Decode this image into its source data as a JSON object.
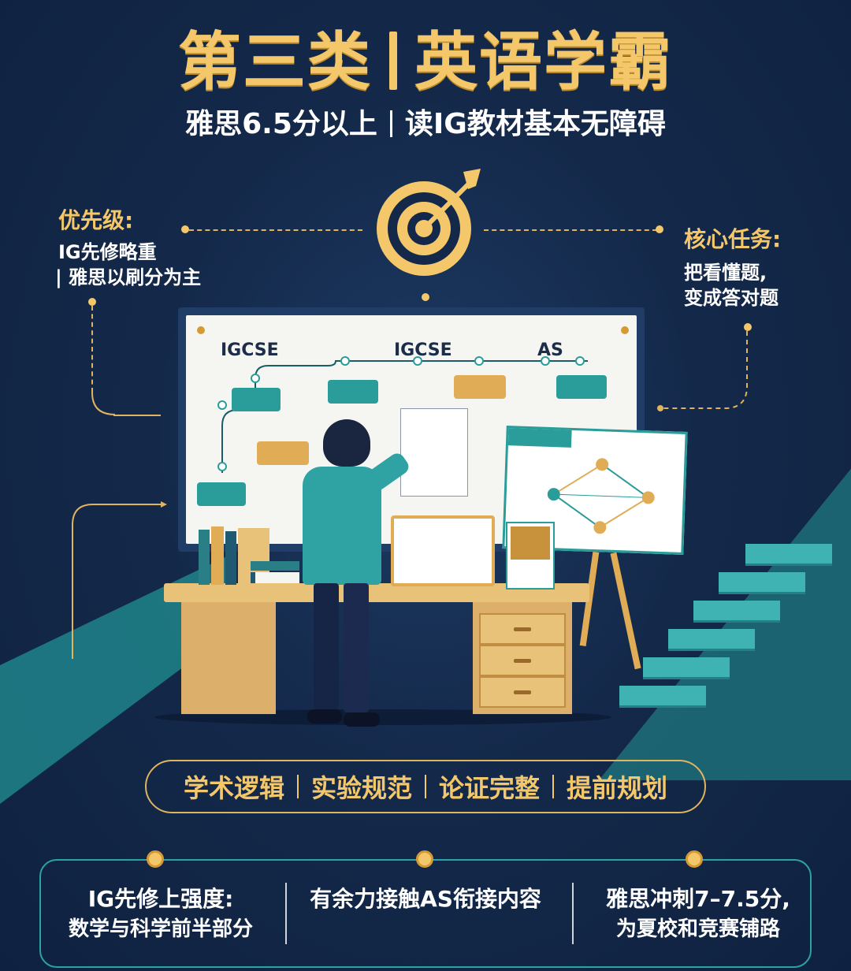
{
  "header": {
    "title_left": "第三类",
    "title_right": "英语学霸",
    "subtitle_left": "雅思6.5分以上",
    "subtitle_right": "读IG教材基本无障碍"
  },
  "left_note": {
    "heading": "优先级:",
    "line1": "IG先修略重",
    "line2": "| 雅思以刷分为主"
  },
  "right_note": {
    "heading": "核心任务:",
    "line1": "把看懂题,",
    "line2": "变成答对题"
  },
  "board": {
    "labels": [
      "IGCSE",
      "IGCSE",
      "AS"
    ]
  },
  "pill": {
    "items": [
      "学术逻辑",
      "实验规范",
      "论证完整",
      "提前规划"
    ]
  },
  "bottom": {
    "col1_line1": "IG先修上强度:",
    "col1_line2": "数学与科学前半部分",
    "col2_line1": "有余力接触AS衔接内容",
    "col3_line1": "雅思冲刺7–7.5分,",
    "col3_line2": "为夏校和竞赛铺路"
  },
  "colors": {
    "gold": "#f4c86a",
    "teal": "#2a9c9a",
    "navy": "#14294a"
  }
}
